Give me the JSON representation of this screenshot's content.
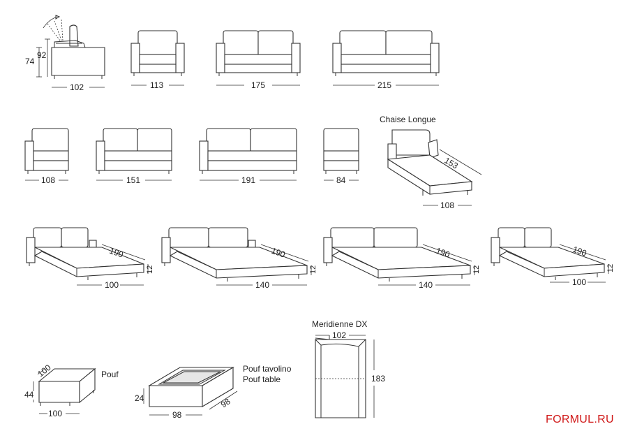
{
  "labels": {
    "chaise_longue": "Chaise Longue",
    "pouf": "Pouf",
    "pouf_tavolino": "Pouf tavolino",
    "pouf_table": "Pouf table",
    "meridienne": "Meridienne DX"
  },
  "dims": {
    "side_height": "74",
    "side_height_back": "92",
    "side_depth": "102",
    "armchair": "113",
    "sofa_2": "175",
    "sofa_3": "215",
    "unit_1arm": "108",
    "unit_2seat": "151",
    "unit_3seat": "191",
    "unit_center": "84",
    "chaise_length": "153",
    "chaise_width": "108",
    "bed_length": "190",
    "bed_height": "12",
    "bed_100": "100",
    "bed_140": "140",
    "pouf_depth": "100",
    "pouf_height": "44",
    "pouf_width": "100",
    "table_height": "24",
    "table_width": "98",
    "table_depth": "98",
    "meridienne_width": "102",
    "meridienne_length": "183"
  },
  "watermark": "FORMUL.RU"
}
